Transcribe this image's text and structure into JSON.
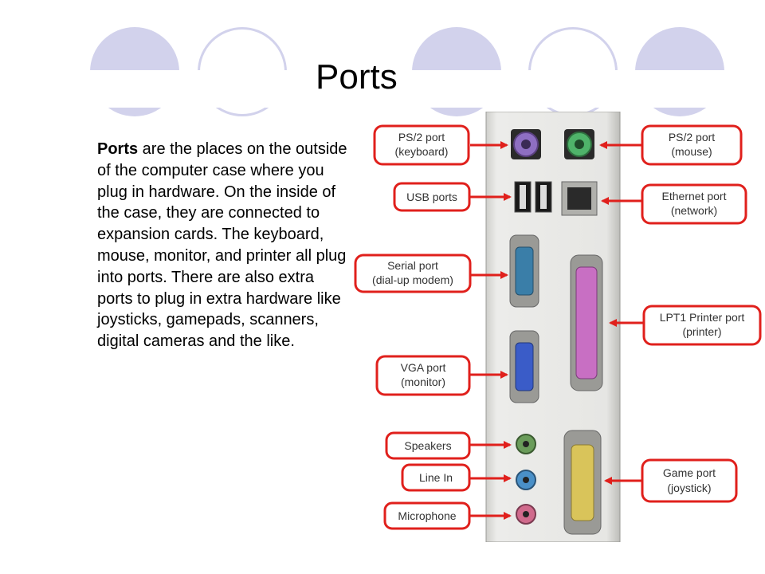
{
  "slide": {
    "title": "Ports",
    "body_bold": "Ports",
    "body_rest": " are the places on the outside of the computer case where you plug in hardware. On the inside of the case, they are connected to expansion cards. The keyboard, mouse, monitor, and printer all plug into ports. There are also extra ports to plug in extra hardware like joysticks, gamepads, scanners, digital cameras and the like."
  },
  "diagram": {
    "labels": {
      "ps2_keyboard": [
        "PS/2 port",
        "(keyboard)"
      ],
      "ps2_mouse": [
        "PS/2 port",
        "(mouse)"
      ],
      "usb": [
        "USB ports"
      ],
      "ethernet": [
        "Ethernet port",
        "(network)"
      ],
      "serial": [
        "Serial port",
        "(dial-up modem)"
      ],
      "lpt1": [
        "LPT1 Printer port",
        "(printer)"
      ],
      "vga": [
        "VGA port",
        "(monitor)"
      ],
      "speakers": [
        "Speakers"
      ],
      "line_in": [
        "Line In"
      ],
      "microphone": [
        "Microphone"
      ],
      "game": [
        "Game port",
        "(joystick)"
      ]
    },
    "colors": {
      "callout_border": "#e0201c",
      "keyboard_port": "#8e6fc2",
      "mouse_port": "#4fb36a",
      "serial_port": "#3a7ea8",
      "vga_port": "#3a5cc8",
      "printer_port": "#c86fc3",
      "game_port": "#d9c45a",
      "speakers_jack": "#6a9c5a",
      "line_in_jack": "#4a90c8",
      "mic_jack": "#d06a8c",
      "panel": "#e8e8e6"
    }
  }
}
